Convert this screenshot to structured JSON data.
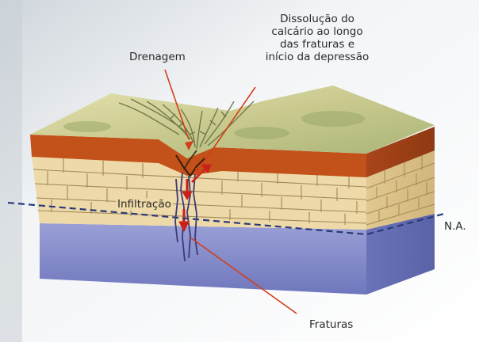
{
  "labels": {
    "drenagem": "Drenagem",
    "dissolucao": [
      "Dissolução do",
      "calcário ao longo",
      "das fraturas e",
      "início da depressão"
    ],
    "infiltracao": "Infiltração",
    "fraturas": "Fraturas",
    "na": "N.A."
  },
  "colors": {
    "soil": "#c2521a",
    "soil_dark": "#8e3a12",
    "grass": "#c9c98e",
    "vegetation": "#5f6a3c",
    "limestone": "#eed9a8",
    "limestone_lines": "#9a8050",
    "water": "#7f87c6",
    "water_side": "#6068b0",
    "leader": "#d0401a",
    "water_table_line": "#2a3a7a"
  }
}
